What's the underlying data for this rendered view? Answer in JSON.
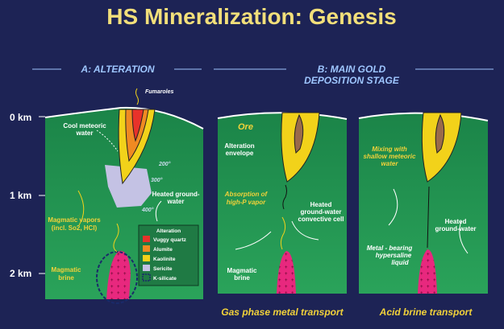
{
  "title": "HS Mineralization:  Genesis",
  "section_a": {
    "header": "A: ALTERATION"
  },
  "section_b": {
    "header_line1": "B: MAIN GOLD",
    "header_line2": "DEPOSITION STAGE"
  },
  "depth_labels": [
    "0 km",
    "1 km",
    "2 km"
  ],
  "panel_a": {
    "fumaroles": "Fumaroles",
    "cool_meteoric": [
      "Cool meteoric",
      "water"
    ],
    "isotherms": [
      "200°",
      "300°",
      "400°"
    ],
    "heated_groundwater": [
      "Heated ground-",
      "water"
    ],
    "magmatic_vapors": [
      "Magmatic vapors",
      "(incl. So2, HCl)"
    ],
    "magmatic_brine": [
      "Magmatic",
      "brine"
    ],
    "legend": {
      "title": "Alteration",
      "items": [
        {
          "label": "Vuggy quartz",
          "color": "#e8322a"
        },
        {
          "label": "Alumite",
          "color": "#f08a22"
        },
        {
          "label": "Kaolinite",
          "color": "#f2d21a"
        },
        {
          "label": "Sericite",
          "color": "#c4c2e4"
        },
        {
          "label": "K-silicate",
          "color": "#1a2a6a"
        }
      ]
    }
  },
  "panel_b1": {
    "ore": "Ore",
    "alteration_envelope": [
      "Alteration",
      "envelope"
    ],
    "absorption": [
      "Absorption of",
      "high-P vapor"
    ],
    "convective_cell": [
      "Heated",
      "ground-water",
      "convective cell"
    ],
    "magmatic_brine": [
      "Magmatic",
      "brine"
    ],
    "caption": "Gas phase metal transport"
  },
  "panel_b2": {
    "mixing": [
      "Mixing with",
      "shallow meteoric",
      "water"
    ],
    "heated_groundwater": [
      "Heated",
      "ground-water"
    ],
    "metal_bearing": [
      "Metal - bearing",
      "hypersaline",
      "liquid"
    ],
    "caption": "Acid brine transport"
  },
  "colors": {
    "background": "#1d2355",
    "ground": "#1f8c4c",
    "title": "#f2df7a",
    "intrusion": "#e8287e",
    "ore": "#9a6a4a"
  }
}
